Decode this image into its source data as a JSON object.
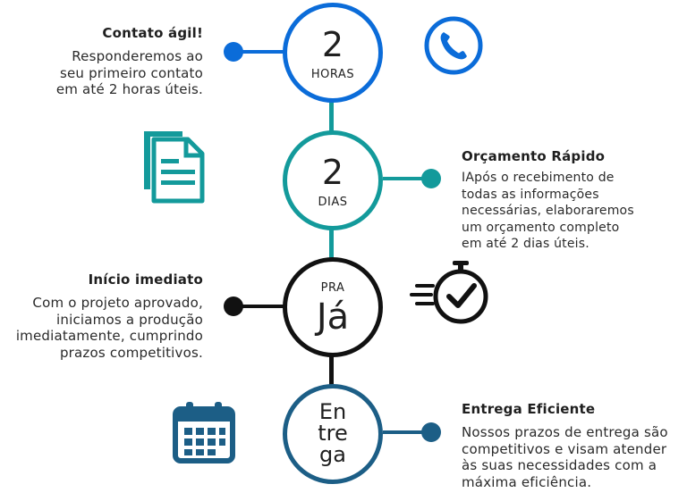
{
  "colors": {
    "step1": "#0B6CD9",
    "step2": "#139A9B",
    "step3": "#111111",
    "step4": "#1C5E86"
  },
  "steps": [
    {
      "big": "2",
      "small": "HORAS",
      "title": "Contato ágil!",
      "text": "Responderemos ao\nseu primeiro contato\nem até 2 horas úteis.",
      "icon": "phone-icon"
    },
    {
      "big": "2",
      "small": "DIAS",
      "title": "Orçamento Rápido",
      "text": "IApós o recebimento de\ntodas as informações\nnecessárias, elaboraremos\num orçamento completo\nem até 2 dias úteis.",
      "icon": "document-icon"
    },
    {
      "small": "PRA",
      "big": "Já",
      "title": "Início imediato",
      "text": "Com o projeto aprovado,\niniciamos a produção\nimediatamente, cumprindo\nprazos competitivos.",
      "icon": "stopwatch-check-icon"
    },
    {
      "lines": [
        "En",
        "tre",
        "ga"
      ],
      "title": "Entrega Eficiente",
      "text": "Nossos prazos de entrega são\ncompetitivos e visam atender\nàs suas necessidades com a\nmáxima eficiência.",
      "icon": "calendar-icon"
    }
  ]
}
